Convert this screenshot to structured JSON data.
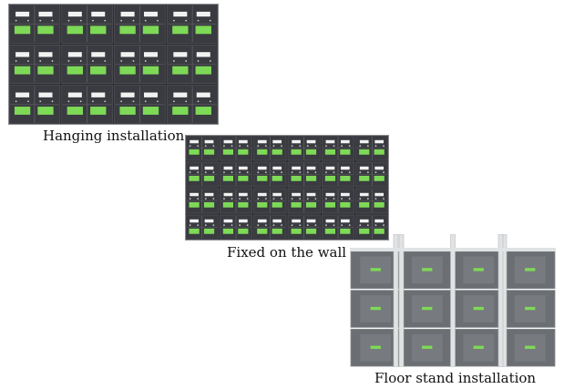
{
  "captions": {
    "hanging": "Hanging installation",
    "wall": "Fixed on the wall",
    "floor": "Floor stand installation"
  },
  "colors": {
    "cabinet_dark": "#2e2f33",
    "module_green": "#7ed957",
    "module_white": "#f2f2f2",
    "floor_cabinet_gray": "#6b6e72",
    "floor_stand": "#e0e2e4"
  },
  "images": [
    {
      "id": "hanging",
      "description_icon": "led-cabinet-array-hanging-icon"
    },
    {
      "id": "wall",
      "description_icon": "led-cabinet-array-wall-icon"
    },
    {
      "id": "floor",
      "description_icon": "led-cabinet-array-floor-icon"
    }
  ]
}
